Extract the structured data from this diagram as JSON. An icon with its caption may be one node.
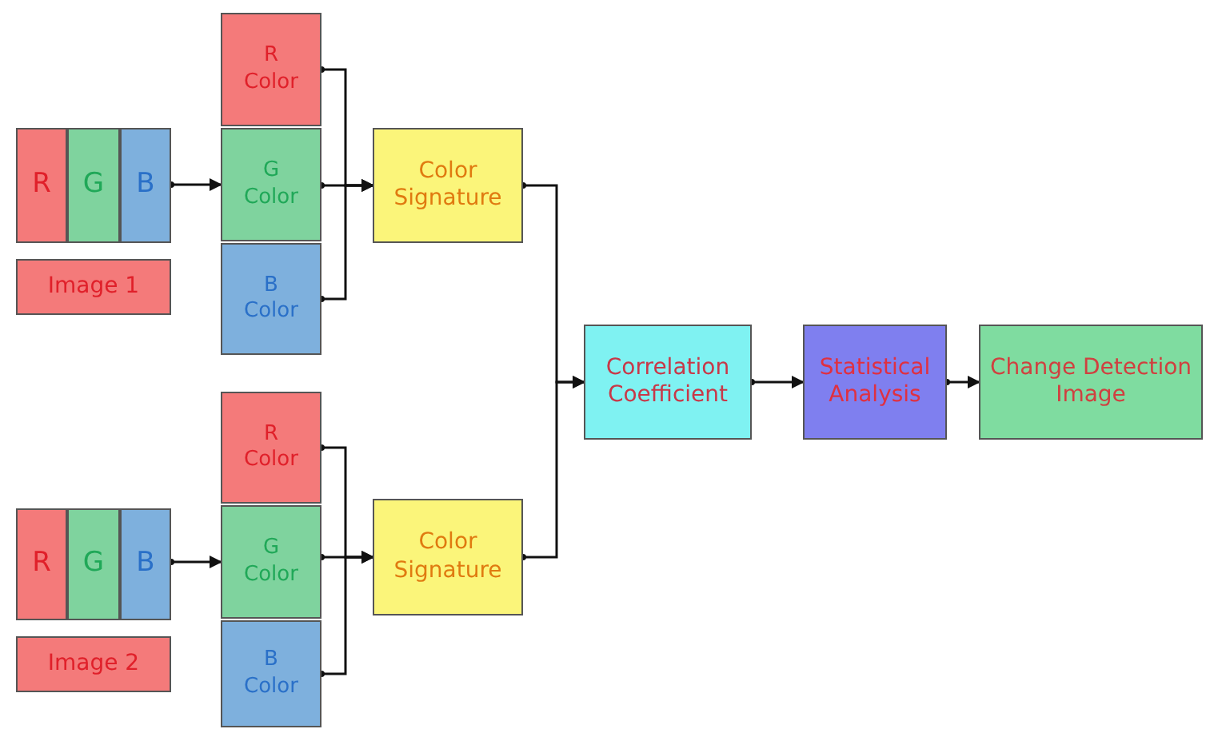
{
  "diagram": {
    "nodes": [
      {
        "text": [
          "R"
        ]
      },
      {
        "text": [
          "G"
        ]
      },
      {
        "text": [
          "B"
        ]
      },
      {
        "text": [
          "Image 1"
        ]
      },
      {
        "text": [
          "R Color"
        ]
      },
      {
        "text": [
          "G Color"
        ]
      },
      {
        "text": [
          "B Color"
        ]
      },
      {
        "text": [
          "Color Signature"
        ]
      },
      {
        "text": [
          "R"
        ]
      },
      {
        "text": [
          "G"
        ]
      },
      {
        "text": [
          "B"
        ]
      },
      {
        "text": [
          "Image 2"
        ]
      },
      {
        "text": [
          "R Color"
        ]
      },
      {
        "text": [
          "G Color"
        ]
      },
      {
        "text": [
          "B Color"
        ]
      },
      {
        "text": [
          "Color Signature"
        ]
      },
      {
        "text": [
          "Correlation Coefficient"
        ]
      },
      {
        "text": [
          "Statistical Analysis"
        ]
      },
      {
        "text": [
          "Change Detection Image"
        ]
      }
    ],
    "edges": [
      {
        "from": 2,
        "to": 5,
        "arrow": "to"
      },
      {
        "from": 4,
        "to": 7,
        "arrow": "to"
      },
      {
        "from": 5,
        "to": 7,
        "arrow": "to"
      },
      {
        "from": 6,
        "to": 7,
        "arrow": "to"
      },
      {
        "from": 10,
        "to": 13,
        "arrow": "to"
      },
      {
        "from": 12,
        "to": 15,
        "arrow": "to"
      },
      {
        "from": 13,
        "to": 15,
        "arrow": "to"
      },
      {
        "from": 14,
        "to": 15,
        "arrow": "to"
      },
      {
        "from": 7,
        "to": 16,
        "arrow": "to"
      },
      {
        "from": 15,
        "to": 16,
        "arrow": "to"
      },
      {
        "from": 16,
        "to": 17,
        "arrow": "to"
      },
      {
        "from": 17,
        "to": 18,
        "arrow": "to"
      }
    ]
  }
}
